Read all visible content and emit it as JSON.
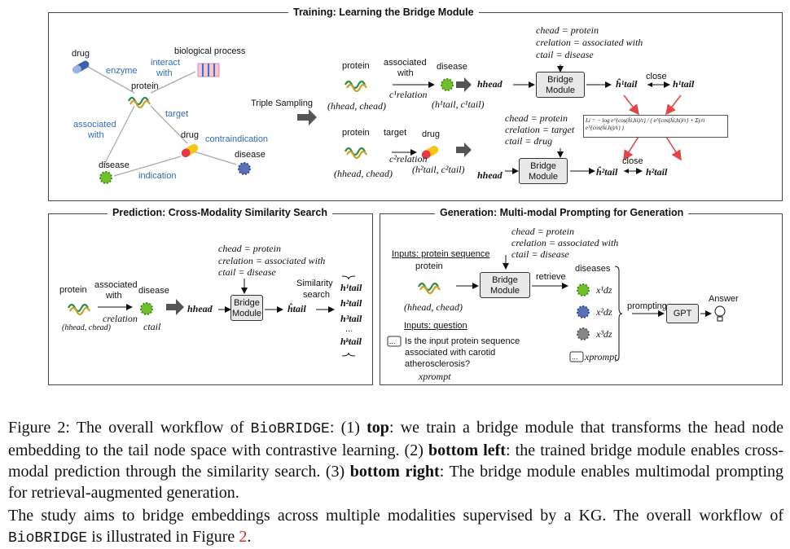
{
  "training": {
    "title": "Training: Learning the Bridge Module",
    "kg": {
      "drug_top": "drug",
      "biological_process": "biological process",
      "enzyme": "enzyme",
      "interact_with_1": "interact",
      "interact_with_2": "with",
      "protein": "protein",
      "target": "target",
      "associated_with_1": "associated",
      "associated_with_2": "with",
      "drug_mid": "drug",
      "contraindication": "contraindication",
      "disease_right": "disease",
      "disease_left": "disease",
      "indication": "indication"
    },
    "triple_sampling": "Triple Sampling",
    "row1": {
      "protein": "protein",
      "associated_with_1": "associated",
      "associated_with_2": "with",
      "disease": "disease",
      "c_relation": "c¹relation",
      "pair_head": "(hhead, chead)",
      "pair_tail": "(h¹tail, c¹tail)",
      "h_head": "hhead",
      "bridge_1": "Bridge",
      "bridge_2": "Module",
      "h_hat": "ĥ¹tail",
      "close": "close",
      "h_tail": "h¹tail",
      "cond1": "chead = protein",
      "cond2": "crelation = associated with",
      "cond3": "ctail = disease"
    },
    "row2": {
      "protein": "protein",
      "target": "target",
      "drug": "drug",
      "c_relation": "c²relation",
      "pair_head": "(hhead, chead)",
      "pair_tail": "(h²tail, c²tail)",
      "h_head": "hhead",
      "bridge_1": "Bridge",
      "bridge_2": "Module",
      "h_hat": "ĥ²tail",
      "close": "close",
      "h_tail": "h²tail",
      "cond1": "chead = protein",
      "cond2": "crelation = target",
      "cond3": "ctail = drug"
    },
    "loss": "Li = − log  e^{cos(ĥi,hi)/τ} / ( e^{cos(ĥi,hi)/τ} + Σj≠i e^{cos(ĥi,hj)/τ} )"
  },
  "prediction": {
    "title": "Prediction: Cross-Modality Similarity Search",
    "protein": "protein",
    "associated_with_1": "associated",
    "associated_with_2": "with",
    "disease": "disease",
    "c_relation": "crelation",
    "c_tail": "ctail",
    "pair_head": "(hhead, chead)",
    "h_head": "hhead",
    "bridge_1": "Bridge",
    "bridge_2": "Module",
    "h_hat": "ĥtail",
    "similarity_1": "Similarity",
    "similarity_2": "search",
    "cond1": "chead = protein",
    "cond2": "crelation = associated with",
    "cond3": "ctail = disease",
    "tails": [
      "h¹tail",
      "h²tail",
      "h³tail",
      "...",
      "hᵏtail"
    ]
  },
  "generation": {
    "title": "Generation: Multi-modal Prompting for Generation",
    "inputs_seq": "Inputs: protein sequence",
    "protein": "protein",
    "pair_head": "(hhead, chead)",
    "bridge_1": "Bridge",
    "bridge_2": "Module",
    "retrieve": "retrieve",
    "diseases": "diseases",
    "x1": "x¹dz",
    "x2": "x²dz",
    "x3": "x³dz",
    "x_prompt_right": "xprompt",
    "prompting": "prompting",
    "gpt": "GPT",
    "answer": "Answer",
    "inputs_question": "Inputs: question",
    "question": [
      "Is the input protein sequence",
      "associated with carotid",
      "atherosclerosis?"
    ],
    "x_prompt": "xprompt",
    "cond1": "chead = protein",
    "cond2": "crelation = associated with",
    "cond3": "ctail = disease"
  },
  "caption": {
    "p1_a": "Figure 2: The overall workflow of ",
    "p1_mono": "BioBRIDGE",
    "p1_b": ": (1) ",
    "top": "top",
    "p1_c": ": we train a bridge module that transforms the head node embedding to the tail node space with contrastive learning. (2) ",
    "bottom_left": "bottom left",
    "p1_d": ": the trained bridge module enables cross-modal prediction through the similarity search. (3) ",
    "bottom_right": "bottom right",
    "p1_e": ": The bridge module enables multimodal prompting for retrieval-augmented generation.",
    "p2_a": "The study aims to bridge embeddings across multiple modalities supervised by a KG. The overall workflow of ",
    "p2_mono": "BioBRIDGE",
    "p2_b": " is illustrated in Figure ",
    "p2_ref": "2",
    "p2_c": "."
  },
  "colors": {
    "accent_blue": "#2f6db5",
    "ref_red": "#d62728",
    "virus_green": "#6fbf2e",
    "arrow_red": "#e0474c"
  }
}
